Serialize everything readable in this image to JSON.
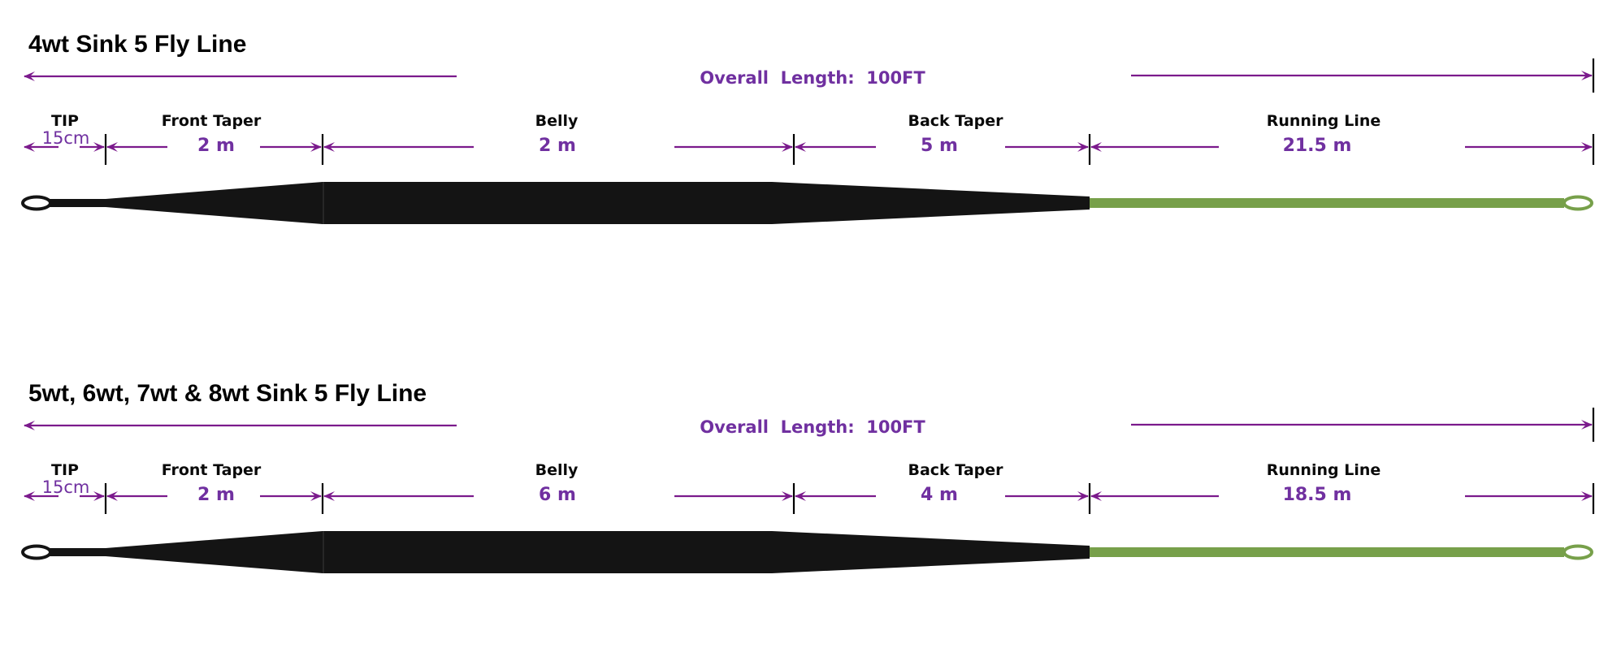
{
  "colors": {
    "dimension_arrow": "#7b1a8c",
    "dimension_text": "#7030a0",
    "line_body": "#141414",
    "running_line": "#77a04a",
    "label_text": "#0a0a0a"
  },
  "diagrams": [
    {
      "title": "4wt Sink 5 Fly Line",
      "overall_length": "Overall  Length:  100FT",
      "segments": [
        {
          "name": "TIP",
          "length": "15cm"
        },
        {
          "name": "Front Taper",
          "length": "2 m"
        },
        {
          "name": "Belly",
          "length": "2 m"
        },
        {
          "name": "Back Taper",
          "length": "5 m"
        },
        {
          "name": "Running Line",
          "length": "21.5 m"
        }
      ]
    },
    {
      "title": "5wt, 6wt, 7wt & 8wt Sink 5 Fly Line",
      "overall_length": "Overall  Length:  100FT",
      "segments": [
        {
          "name": "TIP",
          "length": "15cm"
        },
        {
          "name": "Front Taper",
          "length": "2 m"
        },
        {
          "name": "Belly",
          "length": "6 m"
        },
        {
          "name": "Back Taper",
          "length": "4 m"
        },
        {
          "name": "Running Line",
          "length": "18.5 m"
        }
      ]
    }
  ]
}
